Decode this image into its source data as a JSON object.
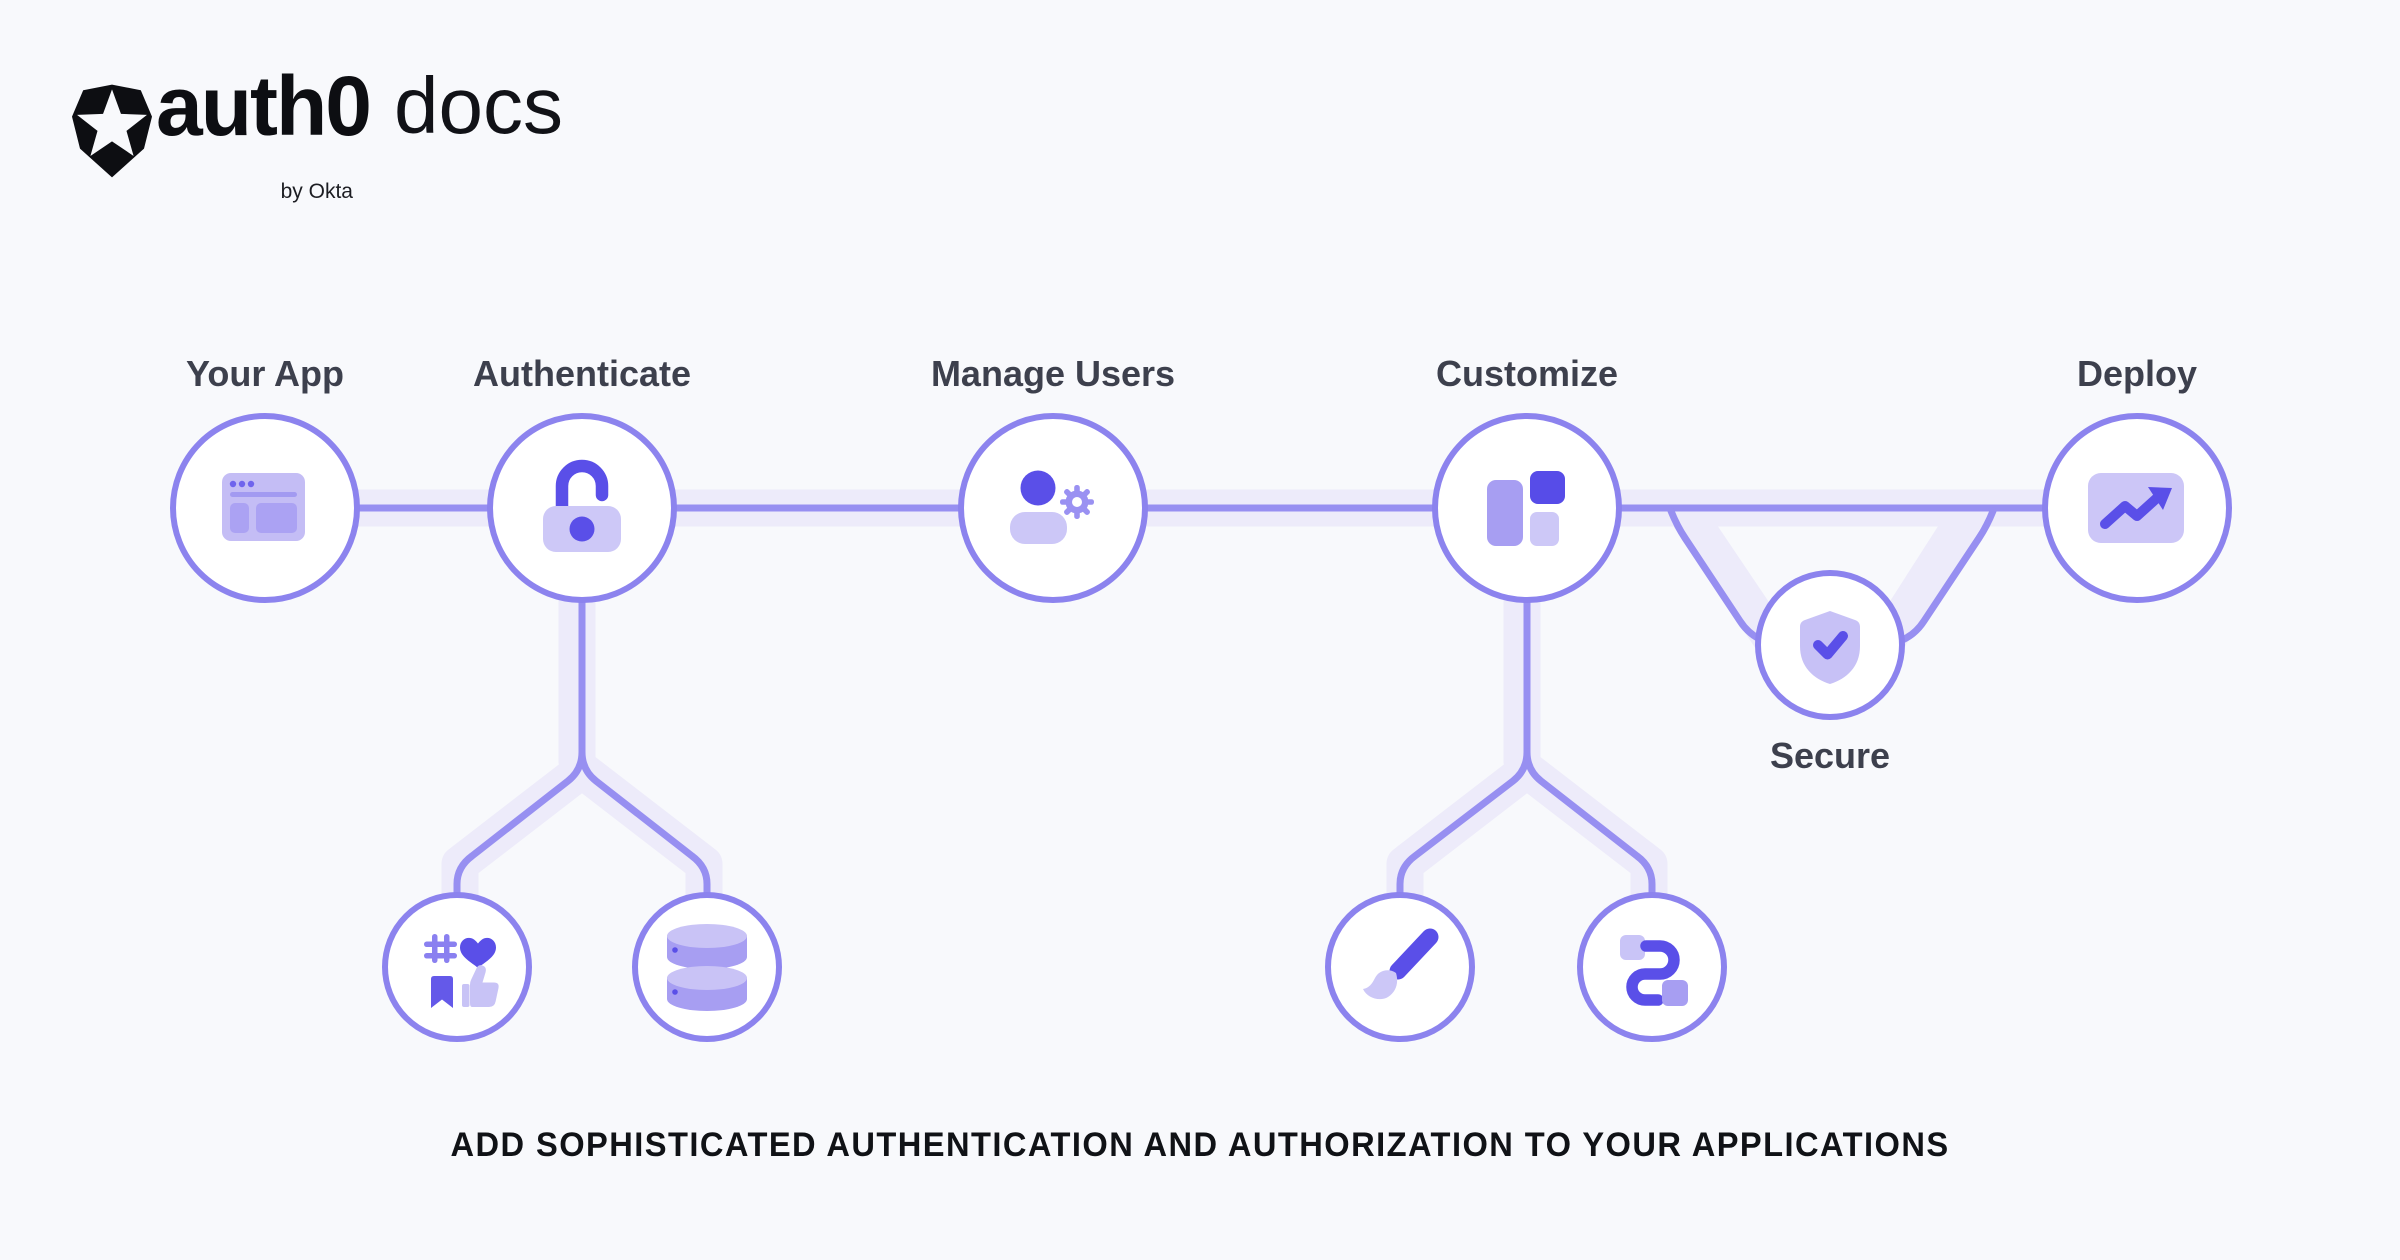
{
  "logo": {
    "brand": "auth0",
    "product": "docs",
    "byline": "by Okta"
  },
  "diagram": {
    "nodes": {
      "your_app": {
        "label": "Your App",
        "icon": "browser-window-icon"
      },
      "authenticate": {
        "label": "Authenticate",
        "icon": "open-lock-icon"
      },
      "manage_users": {
        "label": "Manage Users",
        "icon": "user-gear-icon"
      },
      "customize": {
        "label": "Customize",
        "icon": "layout-blocks-icon"
      },
      "deploy": {
        "label": "Deploy",
        "icon": "trending-up-chart-icon"
      },
      "secure": {
        "label": "Secure",
        "icon": "shield-check-icon"
      }
    },
    "sub_nodes": {
      "social": {
        "icon": "social-engagement-icon"
      },
      "database": {
        "icon": "database-icon"
      },
      "paint": {
        "icon": "paintbrush-icon"
      },
      "flow": {
        "icon": "connector-flow-icon"
      }
    }
  },
  "tagline": "ADD SOPHISTICATED AUTHENTICATION AND AUTHORIZATION TO YOUR APPLICATIONS",
  "colors": {
    "background": "#f8f9fc",
    "band": "#edebfa",
    "line": "#978ff1",
    "circle_border": "#8c83ee",
    "accent_dark": "#5a4fe8",
    "accent_medium": "#a79ef2",
    "accent_light": "#c9c3f6",
    "label_text": "#3d404d",
    "tagline_text": "#101216",
    "logo_text": "#0d0e12"
  }
}
